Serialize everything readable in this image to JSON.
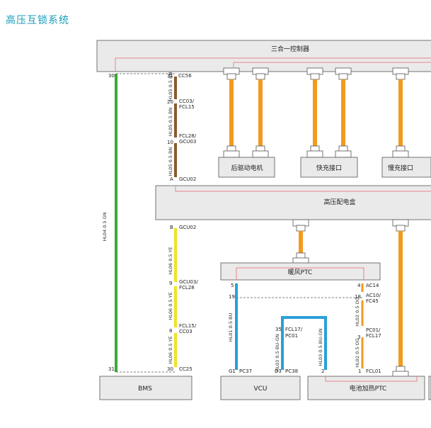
{
  "title": "高压互锁系统",
  "components": {
    "controller": "三合一控制器",
    "rear_motor": "后驱动电机",
    "fast_port": "快充接口",
    "slow_port": "慢充接口",
    "hv_box": "高压配电盒",
    "ptc_air": "暖风PTC",
    "bms": "BMS",
    "vcu": "VCU",
    "battery_ptc": "电池加热PTC"
  },
  "pins": {
    "p30": "30",
    "p31_cc56": "31",
    "cc56": "CC56",
    "p20": "20",
    "cc03": "CC03/",
    "fcl15": "FCL15",
    "p10": "10",
    "fcl28": "FCL28/",
    "gcu03": "GCU03",
    "pA": "A",
    "gcu02_a": "GCU02",
    "pB": "B",
    "gcu02_b": "GCU02",
    "p9": "9",
    "gcu03_b": "GCU03/",
    "fcl28_b": "FCL28",
    "p8": "8",
    "fcl15_b": "FCL15/",
    "cc03_b": "CC03",
    "p31_bms": "31",
    "p30_cc25": "30",
    "cc25": "CC25",
    "p5": "5",
    "p19": "19",
    "p4": "4",
    "ac14": "AC14",
    "p18": "18",
    "ac10": "AC10/",
    "fc45": "FC45",
    "p3": "3",
    "pc01": "PC01/",
    "fcl17_r": "FCL17",
    "p35": "35",
    "fcl17": "FCL17/",
    "pc01_b": "PC01",
    "g1": "G1",
    "pc37": "PC37",
    "d3": "D3",
    "pc38": "PC38",
    "p2": "2",
    "p1": "1",
    "fcl01": "FCL01"
  },
  "wires": {
    "green": "HL04 0.5 GN",
    "brown1": "HL05 0.5 BN",
    "brown2": "HL05 0.5 BN",
    "brown3": "HL05 0.5 BN",
    "yellow1": "HL06 0.5 YE",
    "yellow2": "HL06 0.5 YE",
    "yellow3": "HL06 0.5 YE",
    "blue_left": "HL01 0.5 BU",
    "blue_mid": "HL03 0.5 BU-GN",
    "blue_right": "HL03 0.5 BU-GN",
    "orange_top": "HL02 0.5 OG",
    "orange_bottom": "HL02 0.5 OG"
  },
  "colors": {
    "green": "#3aaa35",
    "brown": "#8b5a2b",
    "yellow": "#f2e224",
    "blue": "#2aa0d8",
    "orange": "#f39a1e",
    "pink": "#e8848c",
    "title": "#1a9bb8"
  }
}
